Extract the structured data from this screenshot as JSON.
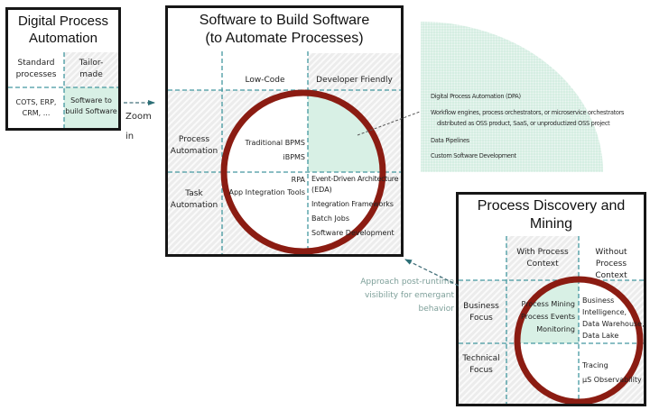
{
  "colors": {
    "mint_highlight": "#d8f0e5",
    "mint_shape": "#d5eee2",
    "circle_red": "#8b1c12",
    "grid_teal": "#4498a0",
    "annotation_green": "#7d9f99",
    "border_black": "#161616"
  },
  "box1": {
    "title_lines": [
      "Digital Process",
      "Automation"
    ],
    "col_standard_lines": [
      "Standard",
      "processes"
    ],
    "col_tailor_lines": [
      "Tailor-",
      "made"
    ],
    "cell_standard_lines": [
      "COTS, ERP,",
      "CRM, ..."
    ],
    "cell_tailor_lines": [
      "Software to",
      "build Software"
    ]
  },
  "zoom_label_lines": [
    "Zoom",
    "in"
  ],
  "box2": {
    "title_lines": [
      "Software to Build Software",
      "(to Automate Processes)"
    ],
    "col_low_code": "Low-Code",
    "col_dev_friendly": "Developer Friendly",
    "row_process_lines": [
      "Process",
      "Automation"
    ],
    "row_task_lines": [
      "Task",
      "Automation"
    ],
    "low_process_items": [
      "Traditional BPMS",
      "iBPMS"
    ],
    "low_task_items": [
      "RPA",
      "App Integration Tools"
    ],
    "dev_task_items": [
      "Event-Driven Architecture",
      "(EDA)",
      "Integration Frameworks",
      "Batch Jobs",
      "Software Development"
    ]
  },
  "dpa_panel": {
    "items": [
      "Digital Process Automation (DPA)",
      "Workflow engines, process orchestrators, or microservice orchestrators",
      "distributed as OSS product, SaaS, or unproductized OSS project",
      "Data Pipelines",
      "Custom Software Development"
    ]
  },
  "box3": {
    "title_lines": [
      "Process Discovery and",
      "Mining"
    ],
    "col_with_lines": [
      "With Process",
      "Context"
    ],
    "col_without_lines": [
      "Without",
      "Process Context"
    ],
    "row_business_lines": [
      "Business",
      "Focus"
    ],
    "row_technical_lines": [
      "Technical",
      "Focus"
    ],
    "with_business_items": [
      "Process Mining",
      "Process Events",
      "Monitoring"
    ],
    "without_business_items": [
      "Business",
      "Intelligence,",
      "Data Warehouse,",
      "Data Lake"
    ],
    "without_technical_items": [
      "Tracing",
      "µS Observability"
    ]
  },
  "annotation_lines": [
    "Approach post-runtime",
    "visibility for emergant",
    "behavior"
  ]
}
